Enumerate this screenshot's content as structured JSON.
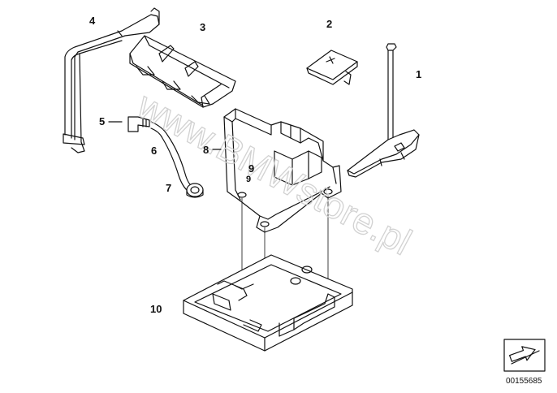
{
  "watermark": "www.BMWstore.pl",
  "reference_number": "00155685",
  "parts": [
    {
      "id": "1",
      "label": "1"
    },
    {
      "id": "2",
      "label": "2"
    },
    {
      "id": "3",
      "label": "3"
    },
    {
      "id": "4",
      "label": "4"
    },
    {
      "id": "5",
      "label": "5"
    },
    {
      "id": "6",
      "label": "6"
    },
    {
      "id": "7",
      "label": "7"
    },
    {
      "id": "8",
      "label": "8"
    },
    {
      "id": "9",
      "label": "9"
    },
    {
      "id": "9b",
      "label": "9"
    },
    {
      "id": "10",
      "label": "10"
    }
  ]
}
